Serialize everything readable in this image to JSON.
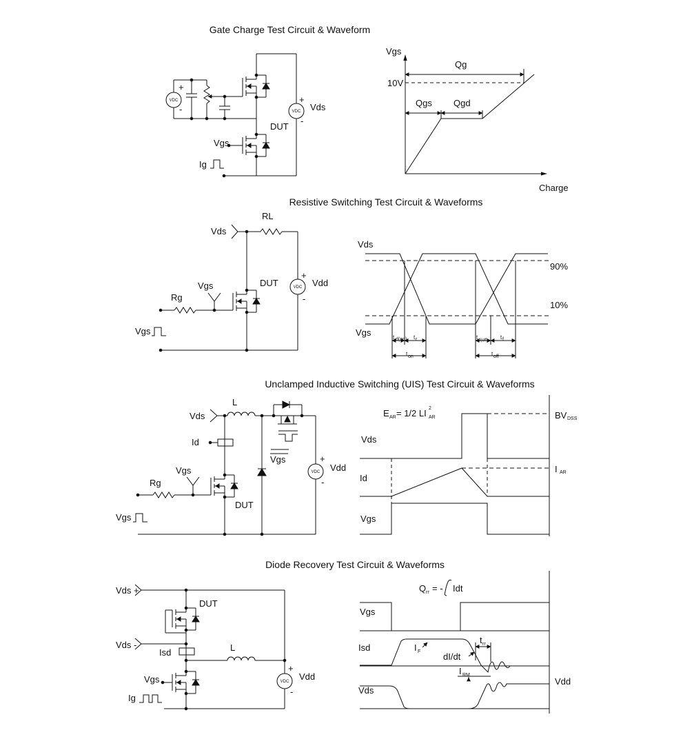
{
  "sections": {
    "gate_charge": {
      "title": "Gate Charge Test Circuit & Waveform",
      "labels": {
        "vds": "Vds",
        "dut": "DUT",
        "vgs": "Vgs",
        "ig": "Ig",
        "plus": "+",
        "minus": "-"
      },
      "waveform": {
        "y_axis": "Vgs",
        "x_axis": "Charge",
        "qg": "Qg",
        "qgs": "Qgs",
        "qgd": "Qgd",
        "v10": "10V"
      }
    },
    "resistive": {
      "title": "Resistive Switching Test Circuit & Waveforms",
      "labels": {
        "vds": "Vds",
        "rl": "RL",
        "vgs": "Vgs",
        "rg": "Rg",
        "dut": "DUT",
        "vdd": "Vdd",
        "vgs_pulse": "Vgs"
      },
      "waveform": {
        "vds": "Vds",
        "vgs": "Vgs",
        "p90": "90%",
        "p10": "10%",
        "td_on": "d(on)",
        "tr": "r",
        "td_off": "d(off)",
        "tf": "f",
        "ton": "on",
        "toff": "off",
        "t": "t"
      }
    },
    "uis": {
      "title": "Unclamped Inductive Switching (UIS) Test Circuit & Waveforms",
      "labels": {
        "vds": "Vds",
        "l": "L",
        "id": "Id",
        "vgs": "Vgs",
        "rg": "Rg",
        "dut": "DUT",
        "vdd": "Vdd",
        "vgs_bar": "Vgs",
        "vgs_pulse": "Vgs"
      },
      "waveform": {
        "ear_e": "E",
        "ear_sub": "AR",
        "ear_eq": "= 1/2 LI",
        "ear_sup": "2",
        "ear_sub2": "AR",
        "vds": "Vds",
        "id": "Id",
        "vgs": "Vgs",
        "bv": "BV",
        "bv_sub": "DSS",
        "iar": "I",
        "iar_sub": "AR"
      }
    },
    "diode": {
      "title": "Diode Recovery Test Circuit & Waveforms",
      "labels": {
        "vds_plus": "Vds +",
        "vds_minus": "Vds -",
        "dut": "DUT",
        "isd": "Isd",
        "l": "L",
        "vgs": "Vgs",
        "ig": "Ig",
        "vdd": "Vdd"
      },
      "waveform": {
        "qrr_q": "Q",
        "qrr_sub": "rr",
        "qrr_eq": "= -",
        "qrr_idt": "Idt",
        "vgs": "Vgs",
        "isd": "Isd",
        "vds": "Vds",
        "if": "I",
        "if_sub": "F",
        "didt": "dI/dt",
        "trr": "t",
        "trr_sub": "rr",
        "irm": "I",
        "irm_sub": "RM",
        "vdd": "Vdd"
      }
    }
  },
  "vdc_label": "VDC"
}
